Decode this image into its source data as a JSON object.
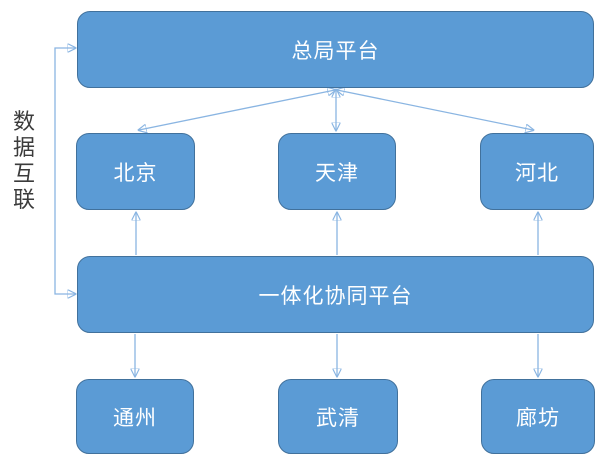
{
  "diagram": {
    "side_label": "数据互联",
    "nodes": {
      "zongju": "总局平台",
      "beijing": "北京",
      "tianjin": "天津",
      "hebei": "河北",
      "platform": "一体化协同平台",
      "tongzhou": "通州",
      "wuqing": "武清",
      "langfang": "廊坊"
    },
    "connections": [
      {
        "from": "zongju",
        "to": "beijing",
        "arrows": "both"
      },
      {
        "from": "zongju",
        "to": "tianjin",
        "arrows": "both"
      },
      {
        "from": "zongju",
        "to": "hebei",
        "arrows": "both"
      },
      {
        "from": "platform",
        "to": "beijing",
        "arrows": "to"
      },
      {
        "from": "platform",
        "to": "tianjin",
        "arrows": "to"
      },
      {
        "from": "platform",
        "to": "hebei",
        "arrows": "to"
      },
      {
        "from": "platform",
        "to": "tongzhou",
        "arrows": "to"
      },
      {
        "from": "platform",
        "to": "wuqing",
        "arrows": "to"
      },
      {
        "from": "platform",
        "to": "langfang",
        "arrows": "to"
      },
      {
        "from": "side_bracket",
        "to": "zongju",
        "arrows": "to"
      },
      {
        "from": "side_bracket",
        "to": "platform",
        "arrows": "to"
      }
    ],
    "colors": {
      "node_fill": "#5B9BD5",
      "node_border": "#41719C",
      "node_text": "#FFFFFF",
      "connector_line": "#8AB5E2",
      "arrowhead": "#4A87C4",
      "side_label_text": "#3B3B3B",
      "background": "#FFFFFF"
    }
  }
}
